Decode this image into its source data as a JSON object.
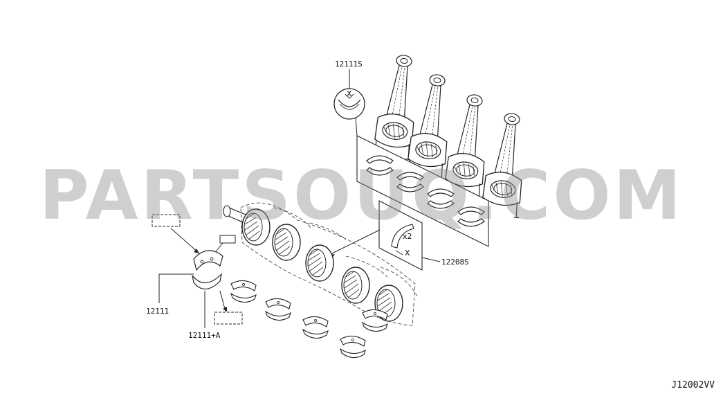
{
  "callouts": {
    "rod_bearing_set": "12111S",
    "thrust_washer_set": "12208S",
    "main_bearing_upper": "12111",
    "main_bearing_lower": "12111+A"
  },
  "inset": {
    "qty": "x2",
    "mark": "X",
    "bearing_mark": "X"
  },
  "watermark": "PARTSOUQ.COM",
  "diagram_code": "J12002VV"
}
